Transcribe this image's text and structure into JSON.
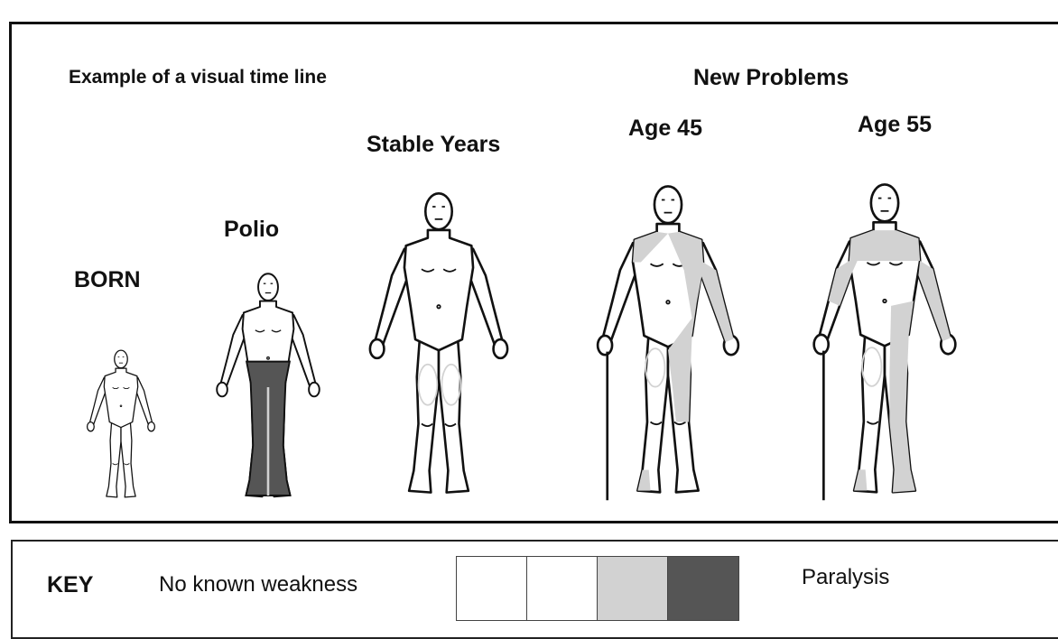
{
  "title": "Example of a visual time line",
  "stages": [
    {
      "label": "BORN"
    },
    {
      "label": "Polio"
    },
    {
      "label": "Stable Years"
    },
    {
      "label": "Age 45"
    },
    {
      "label": "Age 55"
    }
  ],
  "group_label": "New Problems",
  "key": {
    "title": "KEY",
    "left_label": "No known weakness",
    "right_label": "Paralysis",
    "swatches": [
      "#ffffff",
      "#ffffff",
      "#d2d2d2",
      "#555555"
    ]
  },
  "colors": {
    "outline": "#111111",
    "light_weakness": "#d2d2d2",
    "paralysis": "#555555"
  }
}
